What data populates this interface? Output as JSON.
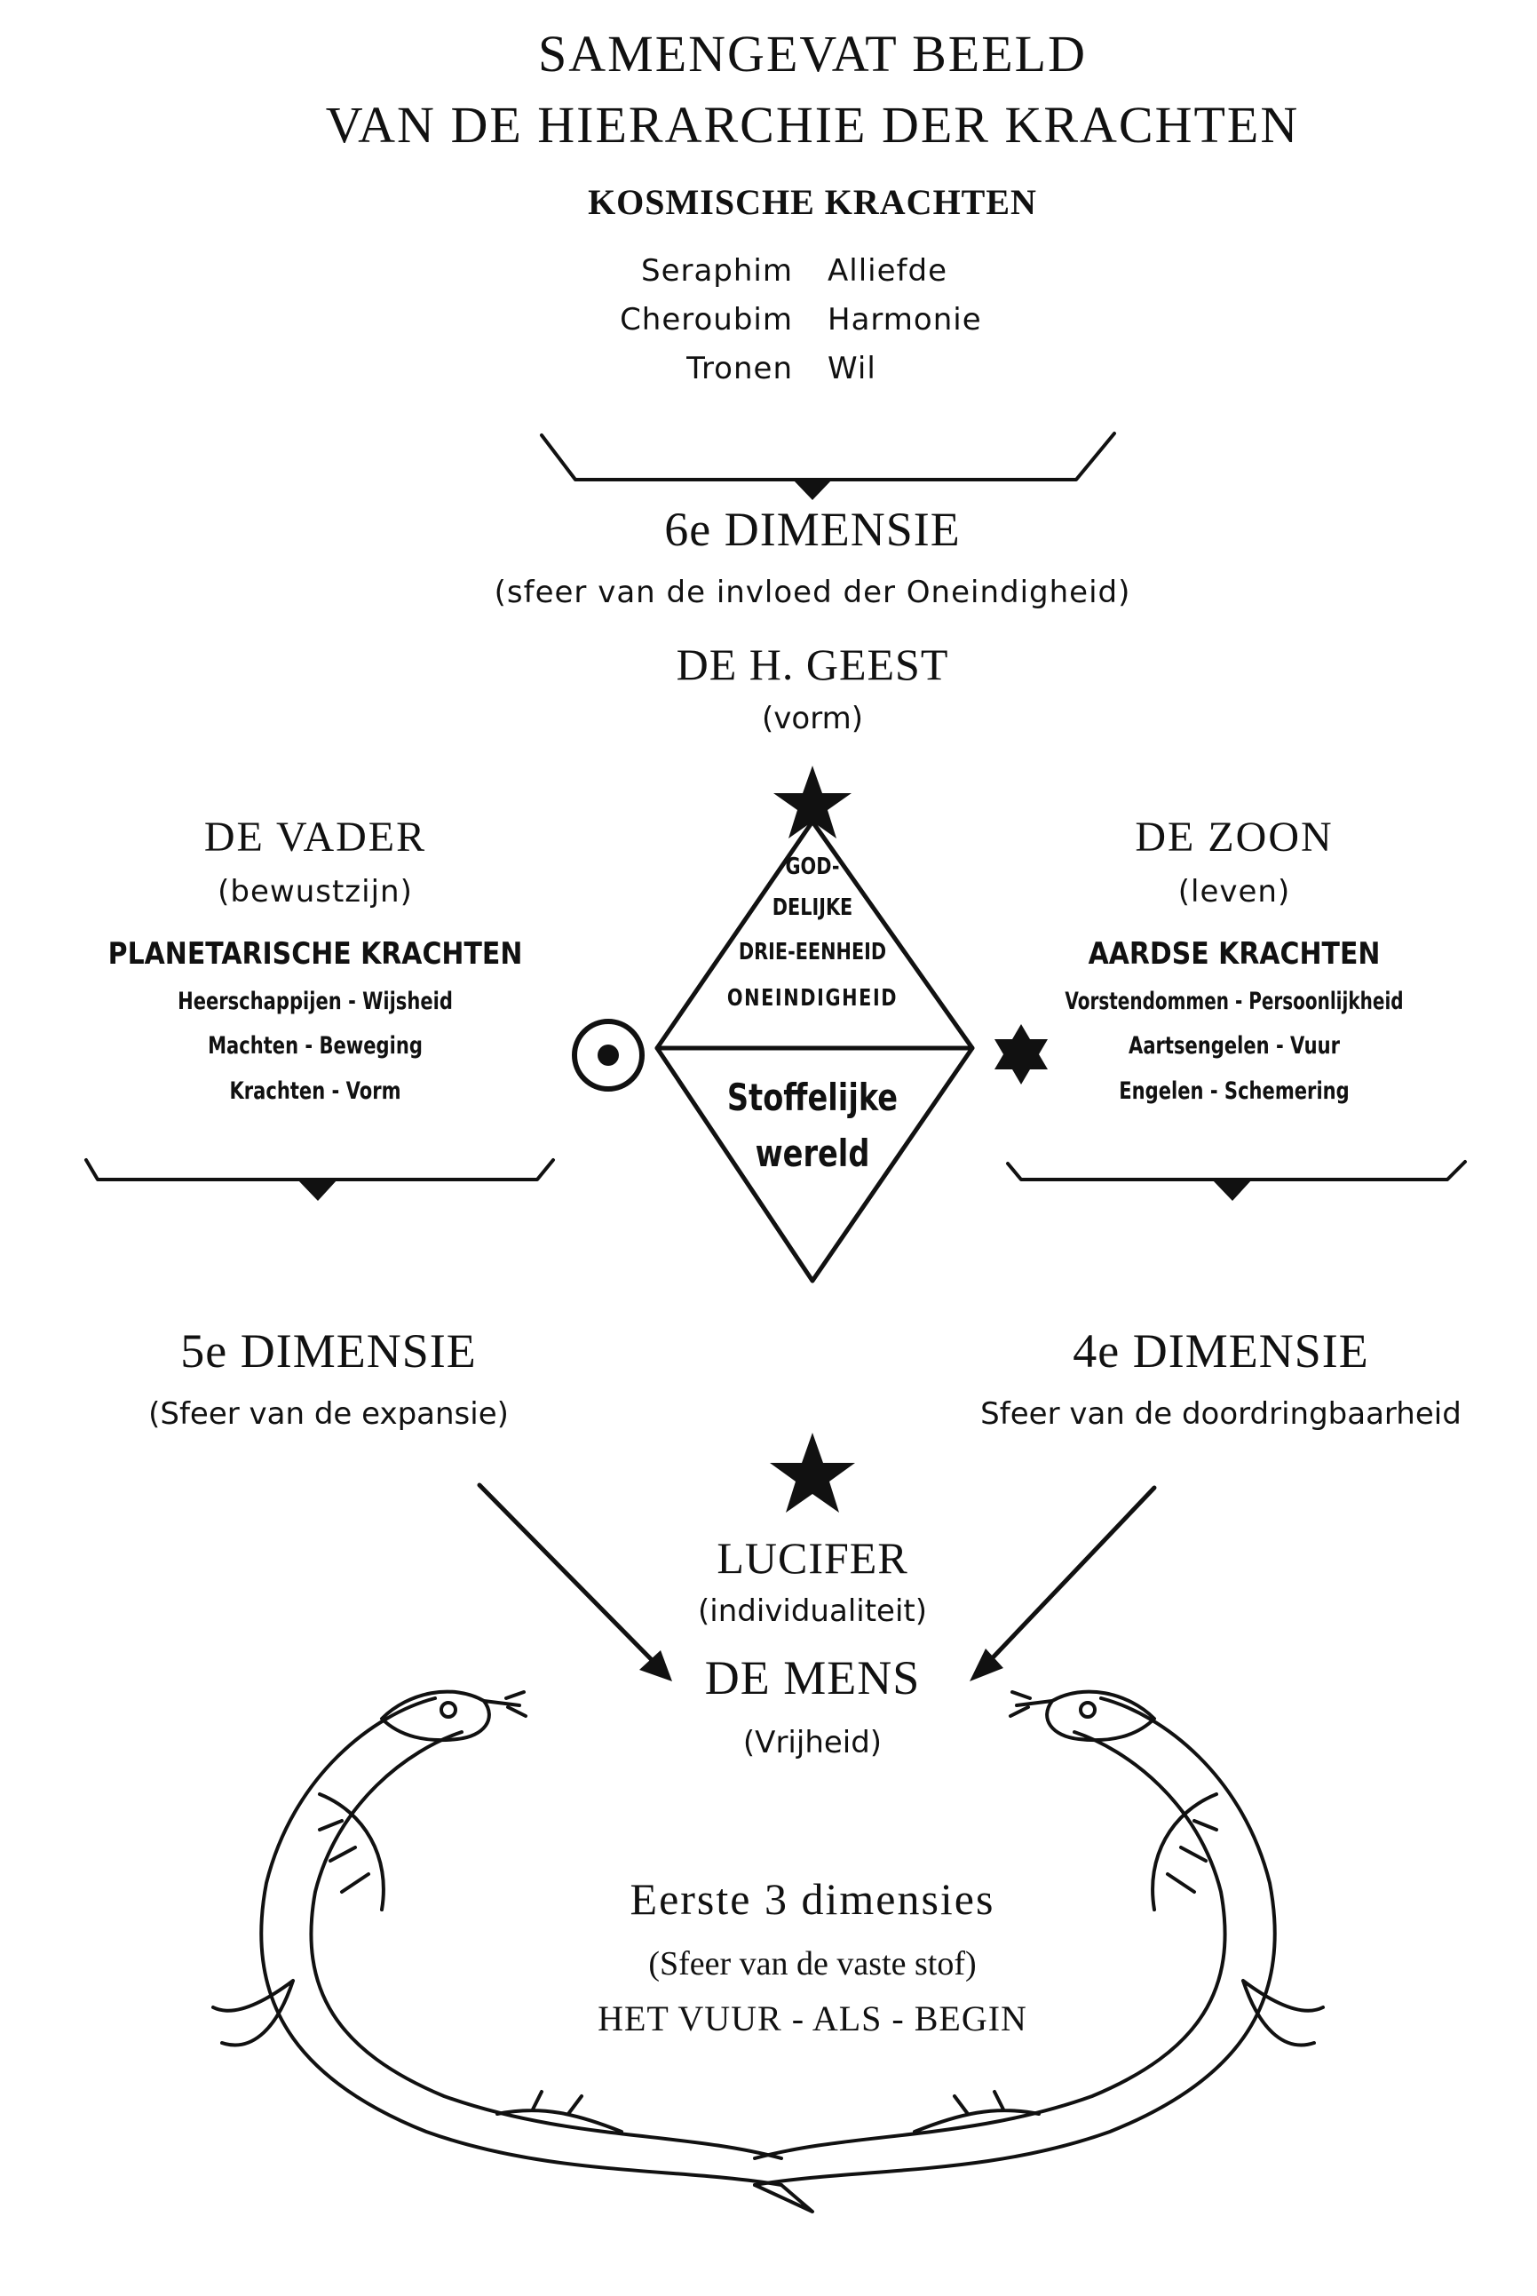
{
  "title": {
    "line1": "SAMENGEVAT BEELD",
    "line2": "VAN DE HIERARCHIE DER KRACHTEN"
  },
  "cosmic": {
    "heading": "KOSMISCHE KRACHTEN",
    "rows": [
      {
        "name": "Seraphim",
        "quality": "Alliefde"
      },
      {
        "name": "Cheroubim",
        "quality": "Harmonie"
      },
      {
        "name": "Tronen",
        "quality": "Wil"
      }
    ]
  },
  "sixth": {
    "title": "6e DIMENSIE",
    "subtitle": "(sfeer van de invloed der Oneindigheid)",
    "spirit": "DE H. GEEST",
    "spirit_sub": "(vorm)"
  },
  "father": {
    "title": "DE VADER",
    "subtitle": "(bewustzijn)",
    "heading": "PLANETARISCHE KRACHTEN",
    "items": [
      "Heerschappijen - Wijsheid",
      "Machten - Beweging",
      "Krachten - Vorm"
    ]
  },
  "son": {
    "title": "DE ZOON",
    "subtitle": "(leven)",
    "heading": "AARDSE KRACHTEN",
    "items": [
      "Vorstendommen - Persoonlijkheid",
      "Aartsengelen - Vuur",
      "Engelen - Schemering"
    ]
  },
  "diamond": {
    "upper": [
      "GOD-",
      "DELIJKE",
      "DRIE-EENHEID",
      "ONEINDIGHEID"
    ],
    "lower": [
      "Stoffelijke",
      "wereld"
    ]
  },
  "fifth": {
    "title": "5e DIMENSIE",
    "subtitle": "(Sfeer van de expansie)"
  },
  "fourth": {
    "title": "4e DIMENSIE",
    "subtitle": "Sfeer van de doordringbaarheid"
  },
  "lucifer": {
    "title": "LUCIFER",
    "subtitle": "(individualiteit)"
  },
  "man": {
    "title": "DE MENS",
    "subtitle": "(Vrijheid)"
  },
  "first": {
    "title": "Eerste 3 dimensies",
    "subtitle": "(Sfeer van de vaste stof)",
    "motto": "HET VUUR - ALS - BEGIN"
  },
  "icons": {
    "top_star": "five-point-star-icon",
    "left_symbol": "circle-dot-sun-icon",
    "right_star": "six-point-star-icon",
    "middle_star": "five-point-star-icon",
    "serpents": "serpent-ouroboros-icon"
  },
  "colors": {
    "ink": "#111111",
    "paper": "#ffffff"
  }
}
